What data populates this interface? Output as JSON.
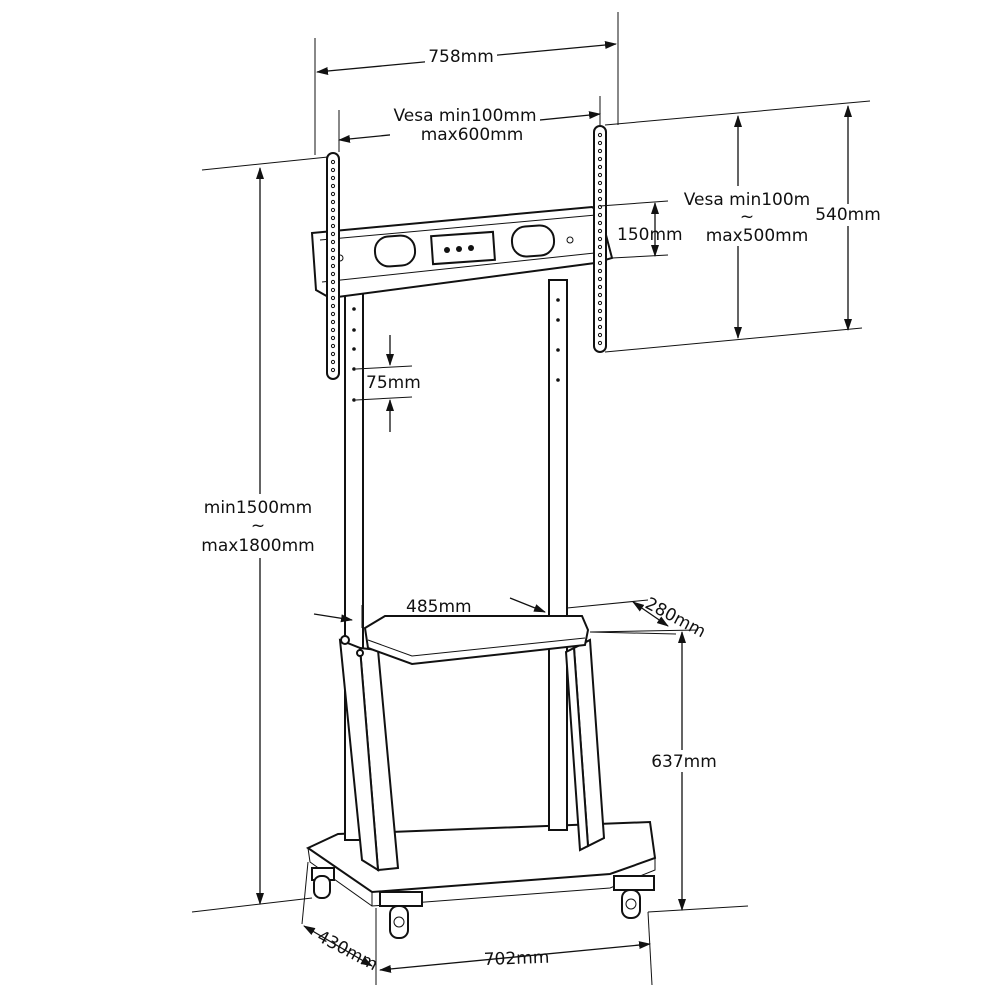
{
  "dimensions": {
    "overall_width": "758mm",
    "vesa_horizontal_line1": "Vesa min100mm",
    "vesa_horizontal_line2": "max600mm",
    "vesa_vertical_line1": "Vesa min100m",
    "vesa_vertical_tilde": "~",
    "vesa_vertical_line2": "max500mm",
    "bracket_height": "540mm",
    "plate_height": "150mm",
    "hole_spacing": "75mm",
    "height_line1": "min1500mm",
    "height_tilde": "~",
    "height_line2": "max1800mm",
    "shelf_width": "485mm",
    "shelf_depth": "280mm",
    "shelf_height": "637mm",
    "base_depth": "430mm",
    "base_width": "702mm"
  }
}
